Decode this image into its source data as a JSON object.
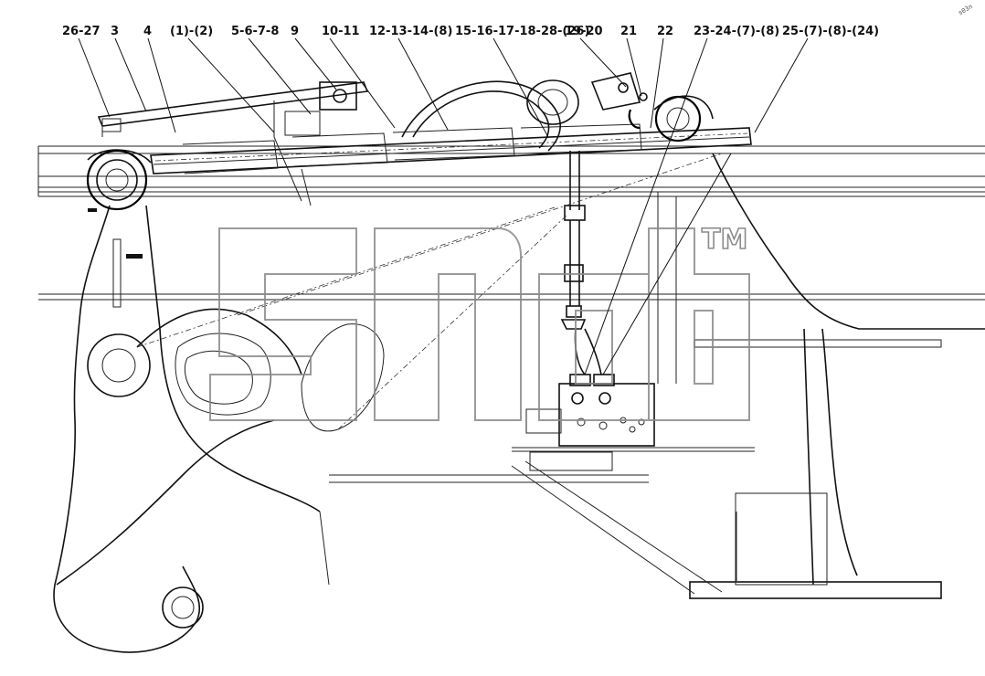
{
  "diagram": {
    "callouts": [
      {
        "id": "c1",
        "text": "26-27"
      },
      {
        "id": "c2",
        "text": "3"
      },
      {
        "id": "c3",
        "text": "4"
      },
      {
        "id": "c4",
        "text": "(1)-(2)"
      },
      {
        "id": "c5",
        "text": "5-6-7-8"
      },
      {
        "id": "c6",
        "text": "9"
      },
      {
        "id": "c7",
        "text": "10-11"
      },
      {
        "id": "c8",
        "text": "12-13-14-(8)"
      },
      {
        "id": "c9",
        "text": "15-16-17-18-28-(26)"
      },
      {
        "id": "c10",
        "text": "19-20"
      },
      {
        "id": "c11",
        "text": "21"
      },
      {
        "id": "c12",
        "text": "22"
      },
      {
        "id": "c13",
        "text": "23-24-(7)-(8)"
      },
      {
        "id": "c14",
        "text": "25-(7)-(8)-(24)"
      }
    ],
    "corner_mark": "s03n",
    "watermark": {
      "trademark": "TM"
    }
  }
}
